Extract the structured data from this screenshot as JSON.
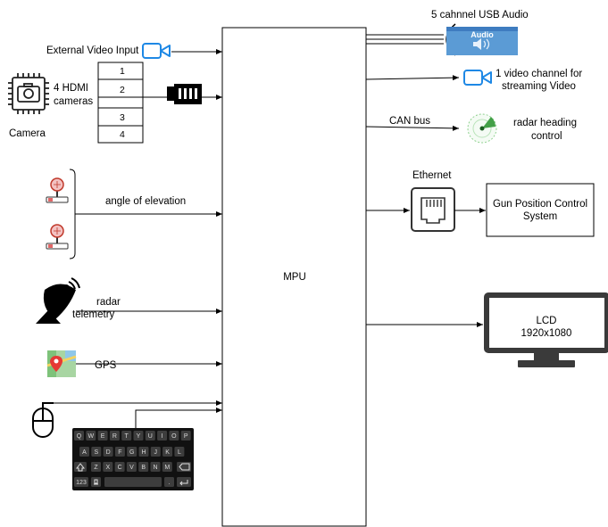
{
  "labels": {
    "ext_video": "External Video Input",
    "hdmi_l1": "4 HDMI",
    "hdmi_l2": "cameras",
    "camera": "Camera",
    "ports": [
      "1",
      "2",
      "3",
      "4"
    ],
    "angle": "angle of elevation",
    "radar_l1": "radar",
    "radar_l2": "telemetry",
    "gps": "GPS",
    "mpu": "MPU",
    "usb_audio": "5 cahnnel USB Audio",
    "audio_badge": "Audio",
    "video_l1": "1 video channel for",
    "video_l2": "streaming Video",
    "can": "CAN bus",
    "radar_head_l1": "radar heading",
    "radar_head_l2": "control",
    "ethernet": "Ethernet",
    "gun_l1": "Gun Position Control",
    "gun_l2": "System",
    "lcd_l1": "LCD",
    "lcd_l2": "1920x1080"
  },
  "keyboard": {
    "row1": [
      "Q",
      "W",
      "E",
      "R",
      "T",
      "Y",
      "U",
      "I",
      "O",
      "P"
    ],
    "row2": [
      "A",
      "S",
      "D",
      "F",
      "G",
      "H",
      "J",
      "K",
      "L"
    ],
    "row3": [
      "Z",
      "X",
      "C",
      "V",
      "B",
      "N",
      "M"
    ],
    "num_key": "123",
    "dot_key": "."
  },
  "colors": {
    "line": "#000000",
    "accent_blue": "#1E88E5",
    "audio_blue": "#5B9BD5",
    "green": "#2E7D32",
    "monitor": "#3a3a3a",
    "keyboard_bg": "#111111",
    "key_bg": "#3d3d3d"
  },
  "icons": [
    "camera-chip-icon",
    "video-camera-icon",
    "hdmi-plug-icon",
    "joystick-icon",
    "satellite-dish-icon",
    "map-pin-icon",
    "mouse-icon",
    "keyboard-icon",
    "speaker-icon",
    "radar-icon",
    "ethernet-port-icon",
    "monitor-icon"
  ]
}
